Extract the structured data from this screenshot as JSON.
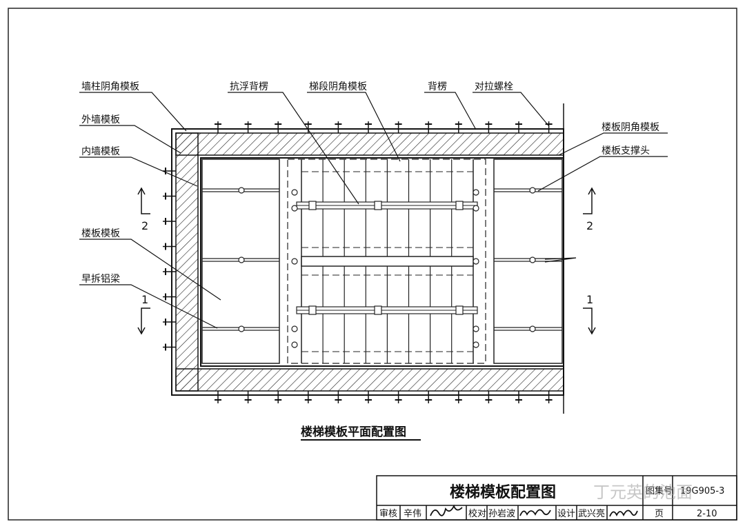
{
  "labels": {
    "wall_col_corner": "墙柱阴角模板",
    "outer_wall": "外墙模板",
    "inner_wall": "内墙模板",
    "floor_form": "楼板模板",
    "early_beam": "早拆铝梁",
    "anti_float": "抗浮背楞",
    "stair_corner": "梯段阴角模板",
    "back_ridge": "背楞",
    "tie_bolt": "对拉螺栓",
    "slab_corner": "楼板阴角模板",
    "slab_support": "楼板支撑头"
  },
  "sections": {
    "left_top": "2",
    "right_top": "2",
    "left_bottom": "1",
    "right_bottom": "1"
  },
  "drawing_title": "楼梯模板平面配置图",
  "title_block": {
    "main_title": "楼梯模板配置图",
    "atlas_label": "图集号",
    "atlas_no": "19G905-3",
    "page_label": "页",
    "page_no": "2-10",
    "review_label": "审核",
    "reviewer": "辛伟",
    "check_label": "校对",
    "checker": "孙岩波",
    "design_label": "设计",
    "designer": "武兴亮"
  },
  "watermark": "丁元英的池面"
}
